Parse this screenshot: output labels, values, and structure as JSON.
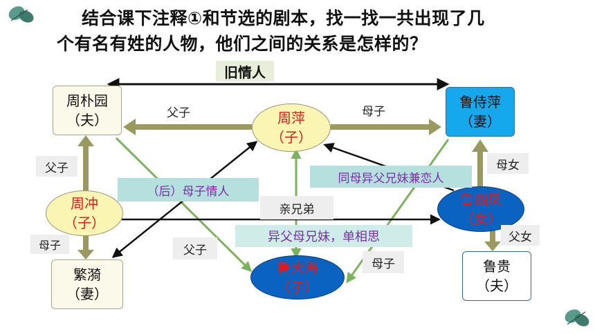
{
  "title": {
    "line1": "结合课下注释①和节选的剧本，找一找一共出现了几",
    "line2": "个有名有姓的人物，他们之间的关系是怎样的？"
  },
  "nodes": {
    "zhou_puyuan": {
      "name": "周朴园",
      "role": "（夫）"
    },
    "zhou_ping": {
      "name": "周萍",
      "role": "（子）"
    },
    "lu_shiping": {
      "name": "鲁侍萍",
      "role": "（妻）"
    },
    "zhou_chong": {
      "name": "周冲",
      "role": "（子）"
    },
    "lu_sifeng": {
      "name": "鲁四凤",
      "role": "（女）"
    },
    "fan_yi": {
      "name": "繁漪",
      "role": "（妻）"
    },
    "lu_dahai": {
      "name": "鲁大海",
      "role": "（子）"
    },
    "lu_gui": {
      "name": "鲁贵",
      "role": "（夫）"
    }
  },
  "relations": {
    "old_lovers": "旧情人",
    "father_son_top": "父子",
    "mother_son_top": "母子",
    "father_son_left": "父子",
    "mother_daughter": "母女",
    "half_siblings_lovers": "同母异父兄妹兼恋人",
    "stepmother_lovers": "（后）母子情人",
    "mother_son_left": "母子",
    "blood_brothers": "亲兄弟",
    "half_siblings_crush": "异父母兄妹，单相思",
    "father_daughter": "父女",
    "father_son_bottom": "父子",
    "mother_son_bottom": "母子"
  },
  "colors": {
    "olive_arrow": "#9a9a60",
    "green_arrow": "#7bb35c",
    "black_arrow": "#111111",
    "cyan_node": "#16a8ec",
    "blue_node": "#0a62c1",
    "yellow_node": "#fbf5b4",
    "red_text": "#e41b1b",
    "purple_text": "#7b2fa8"
  }
}
